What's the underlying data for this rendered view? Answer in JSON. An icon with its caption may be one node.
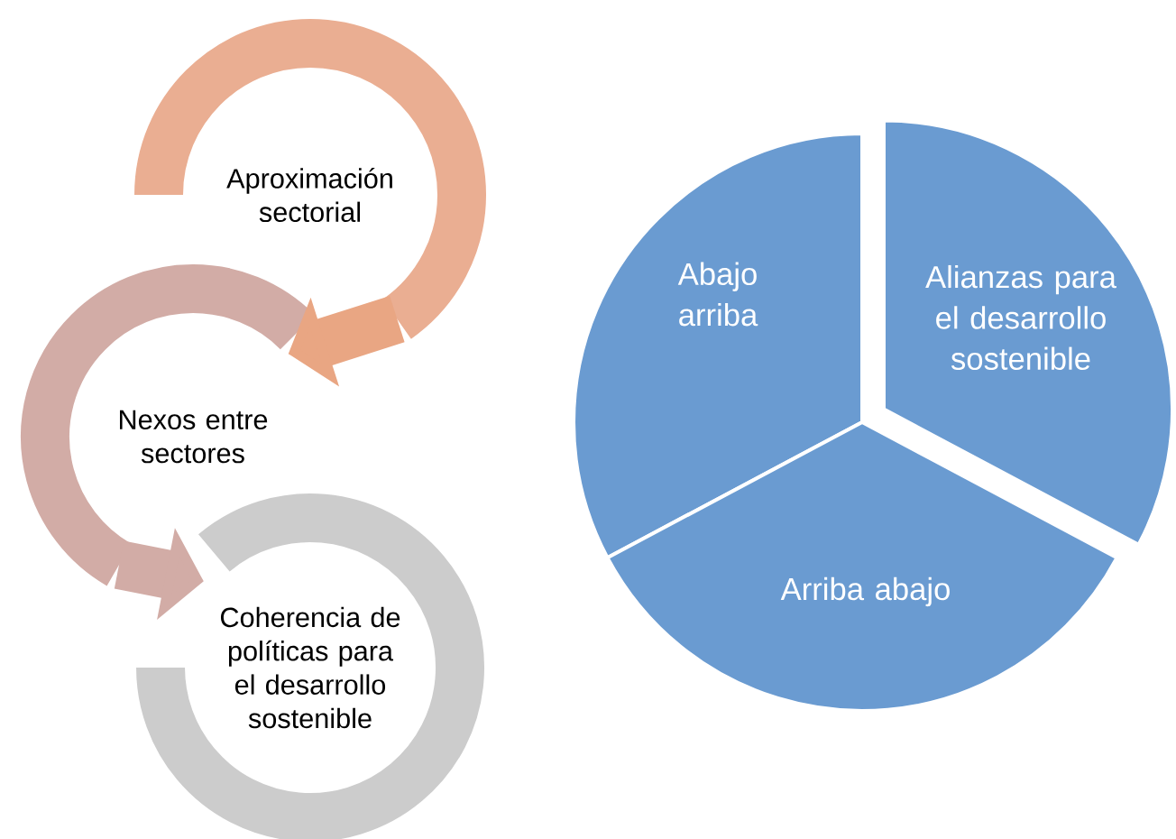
{
  "diagram": {
    "nodes": [
      {
        "text": [
          "Aproximación sectorial"
        ]
      },
      {
        "text": [
          "Nexos entre sectores"
        ]
      },
      {
        "text": [
          "Coherencia de políticas para el desarrollo sostenible"
        ]
      },
      {
        "text": [
          "Abajo arriba"
        ]
      },
      {
        "text": [
          "Alianzas para el desarrollo sostenible"
        ]
      },
      {
        "text": [
          "Arriba abajo"
        ]
      }
    ],
    "edges": [
      {
        "from": 0,
        "to": 1,
        "arrow": "to",
        "color": "#e9a683"
      },
      {
        "from": 1,
        "to": 2,
        "arrow": "to",
        "color": "#d2aca6"
      }
    ]
  }
}
